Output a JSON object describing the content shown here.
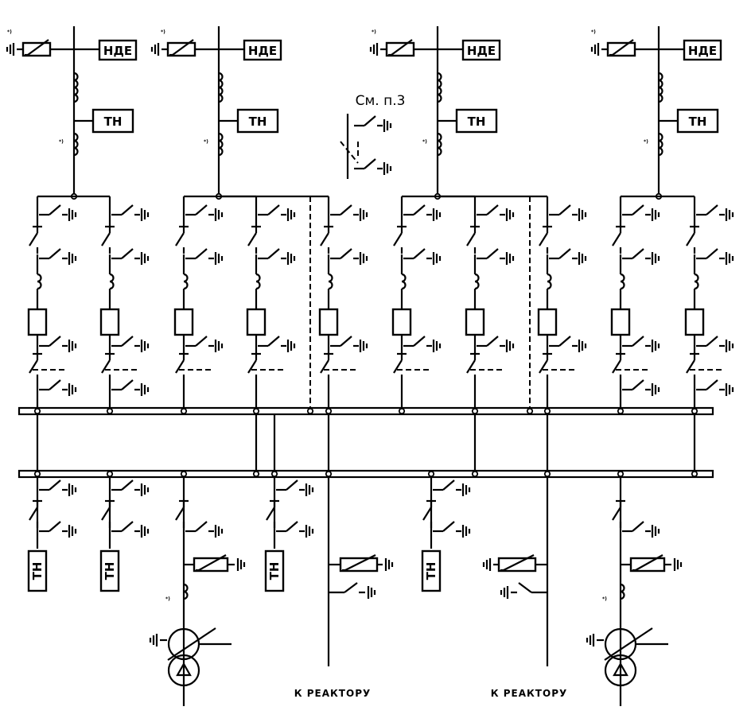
{
  "labels": {
    "arrester_device": "НДЕ",
    "voltage_transformer": "ТН",
    "note": "См. п.3",
    "to_reactor": "К РЕАКТОРУ",
    "footnote_mark": "*)"
  }
}
